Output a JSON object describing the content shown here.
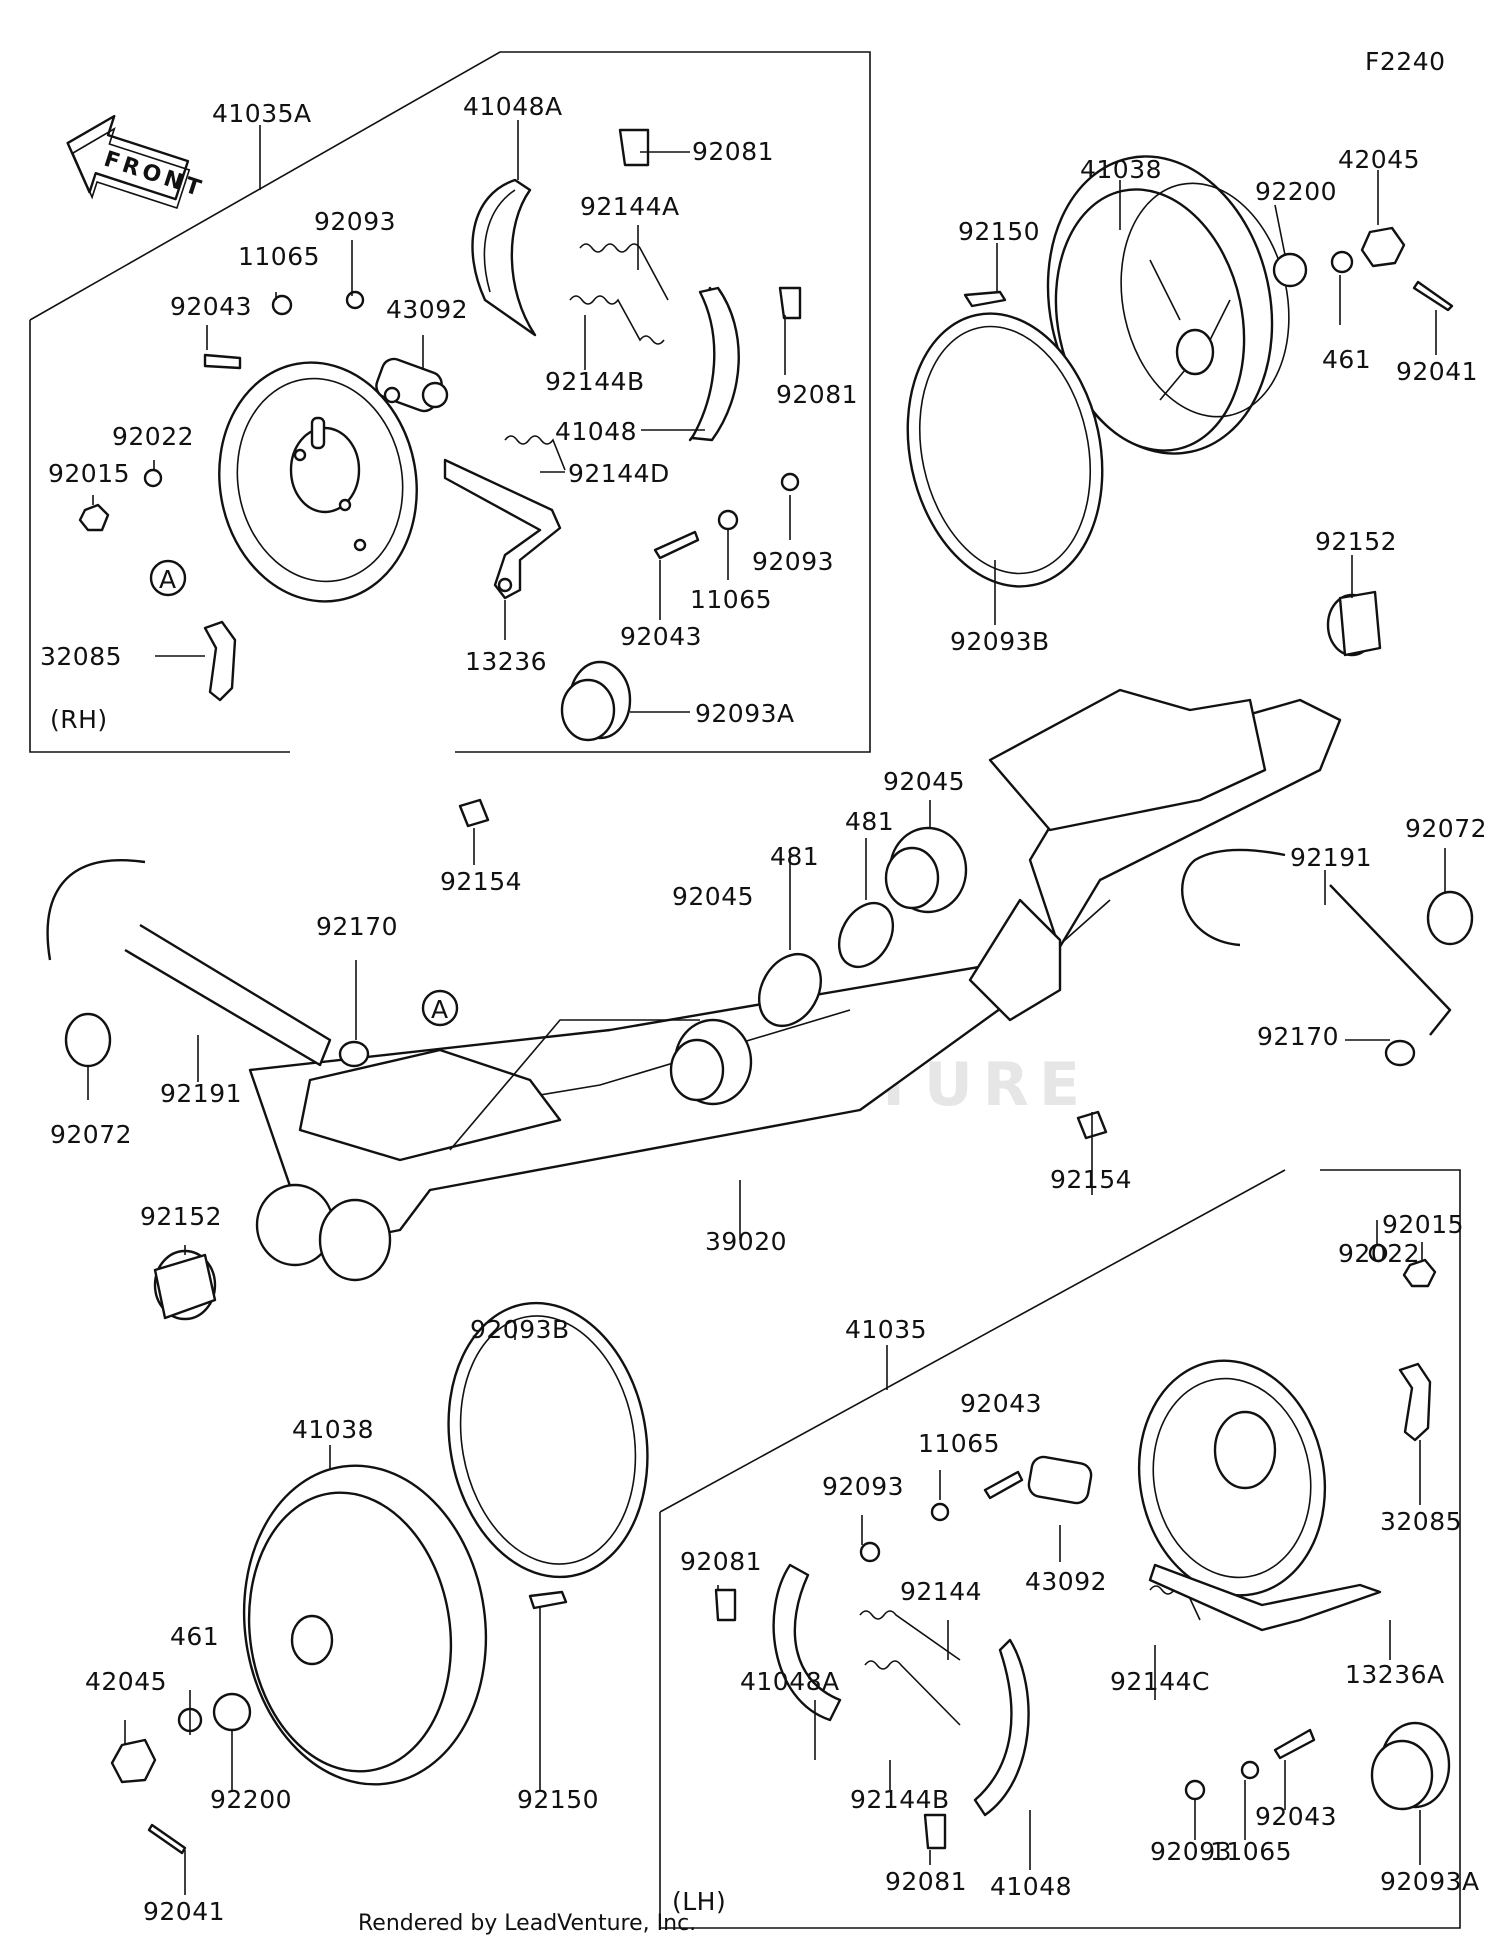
{
  "figure_code": "F2240",
  "front_label": "FRONT",
  "watermark": "LEADVENTURE",
  "footer": "Rendered by LeadVenture, Inc.",
  "group_labels": {
    "rh": "(RH)",
    "lh": "(LH)"
  },
  "callouts": {
    "a1": "A",
    "a2": "A"
  },
  "parts": {
    "p41035A": "41035A",
    "p41048A_rh": "41048A",
    "p92081_rh1": "92081",
    "p92144A": "92144A",
    "p92093_rh1": "92093",
    "p11065_rh1": "11065",
    "p92043_rh1": "92043",
    "p43092_rh": "43092",
    "p92144B_rh": "92144B",
    "p92081_rh2": "92081",
    "p41048_rh": "41048",
    "p92022_rh": "92022",
    "p92015_rh": "92015",
    "p92144D": "92144D",
    "p92093_rh2": "92093",
    "p11065_rh2": "11065",
    "p92043_rh2": "92043",
    "p13236": "13236",
    "p32085_rh": "32085",
    "p92093A_rh": "92093A",
    "p41038_r": "41038",
    "p92200_r": "92200",
    "p42045_r": "42045",
    "p92150_r": "92150",
    "p461_r": "461",
    "p92041_r": "92041",
    "p92093B_r": "92093B",
    "p92152_r": "92152",
    "p92154_r": "92154",
    "p92045_a": "92045",
    "p481_a": "481",
    "p481_b": "481",
    "p92045_b": "92045",
    "p92170_l": "92170",
    "p92191_l": "92191",
    "p92072_l": "92072",
    "p92191_r": "92191",
    "p92072_r": "92072",
    "p92170_r": "92170",
    "p92152_l": "92152",
    "p39020": "39020",
    "p92154_l": "92154",
    "p92015_lh": "92015",
    "p92022_lh": "92022",
    "p92093B_l": "92093B",
    "p41035": "41035",
    "p92043_lh1": "92043",
    "p11065_lh1": "11065",
    "p41038_l": "41038",
    "p92093_lh1": "92093",
    "p92081_lh1": "92081",
    "p92144": "92144",
    "p43092_lh": "43092",
    "p32085_lh": "32085",
    "p461_l": "461",
    "p42045_l": "42045",
    "p41048A_lh": "41048A",
    "p92144C": "92144C",
    "p13236A": "13236A",
    "p92200_l": "92200",
    "p92150_l": "92150",
    "p92144B_lh": "92144B",
    "p92043_lh2": "92043",
    "p11065_lh2": "11065",
    "p92093_lh2": "92093",
    "p92093A_lh": "92093A",
    "p41048_lh": "41048",
    "p92081_lh2": "92081",
    "p92041_l": "92041"
  }
}
